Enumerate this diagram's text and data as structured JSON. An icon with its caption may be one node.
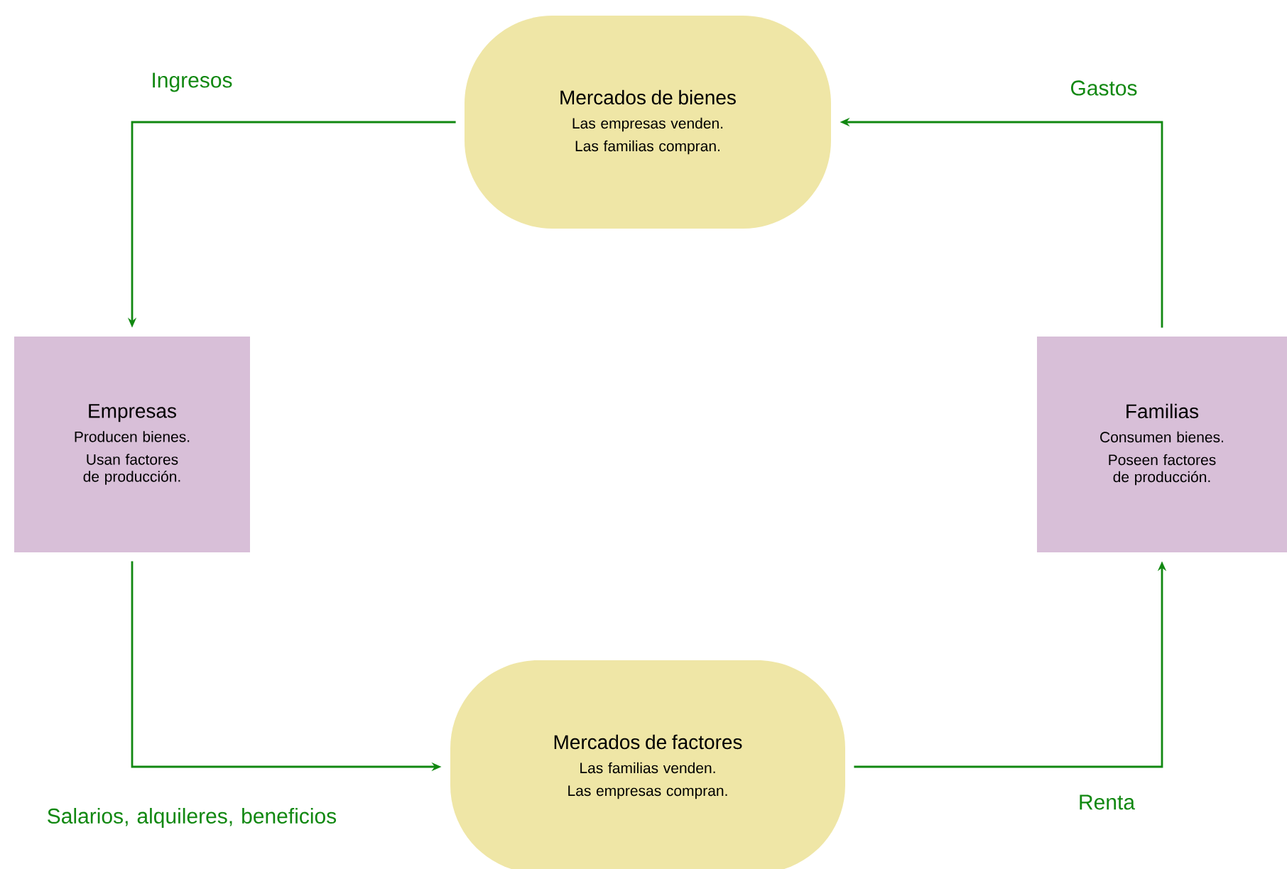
{
  "diagram": {
    "nodes": [
      {
        "text": [
          "Mercados de bienes",
          "Las empresas venden.",
          "Las familias compran."
        ]
      },
      {
        "text": [
          "Empresas",
          "Producen bienes.",
          "Usan factores de producción."
        ]
      },
      {
        "text": [
          "Familias",
          "Consumen bienes.",
          "Poseen factores de producción."
        ]
      },
      {
        "text": [
          "Mercados de factores",
          "Las familias venden.",
          "Las empresas compran."
        ]
      }
    ],
    "edges": [
      {
        "from": 0,
        "to": 1,
        "arrow": "to",
        "label": "Ingresos"
      },
      {
        "from": 2,
        "to": 0,
        "arrow": "to",
        "label": "Gastos"
      },
      {
        "from": 1,
        "to": 3,
        "arrow": "to",
        "label": "Salarios, alquileres, beneficios"
      },
      {
        "from": 3,
        "to": 2,
        "arrow": "to",
        "label": "Renta"
      }
    ]
  }
}
